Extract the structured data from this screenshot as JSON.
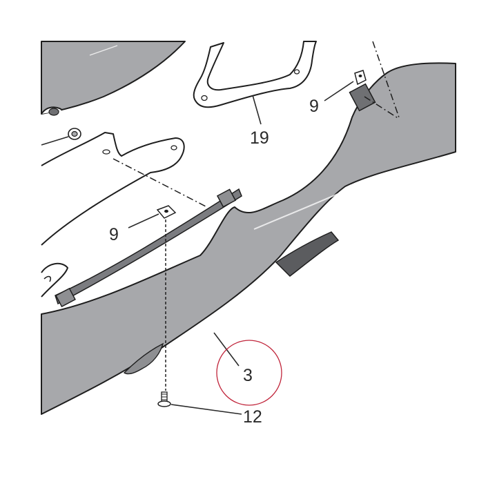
{
  "callouts": [
    {
      "id": "part-19",
      "label": "19"
    },
    {
      "id": "part-9-upper",
      "label": "9"
    },
    {
      "id": "part-9-lower",
      "label": "9"
    },
    {
      "id": "part-3",
      "label": "3"
    },
    {
      "id": "part-12",
      "label": "12"
    }
  ],
  "highlight_color": "#c0243a"
}
